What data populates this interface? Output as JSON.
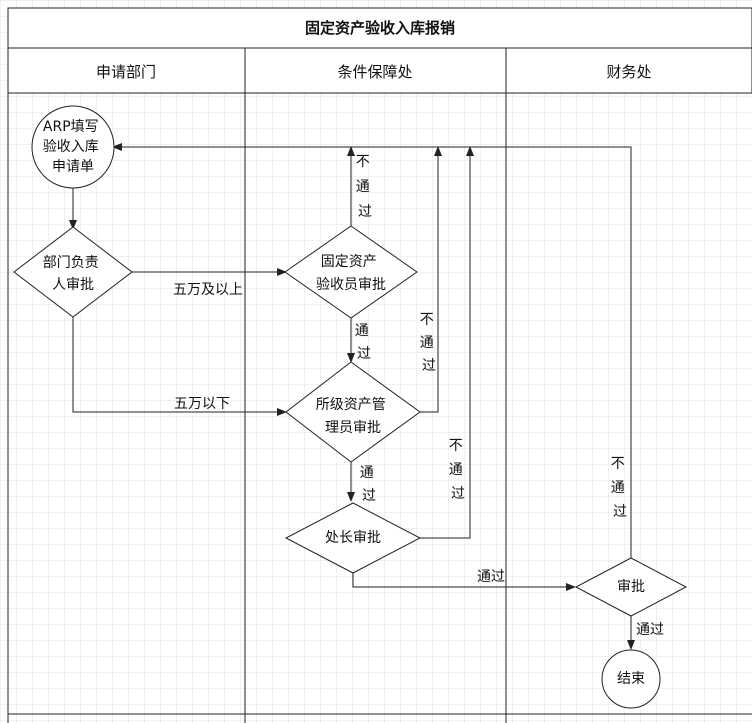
{
  "title": "固定资产验收入库报销",
  "lanes": [
    "申请部门",
    "条件保障处",
    "财务处"
  ],
  "nodes": {
    "start": [
      "ARP填写",
      "验收入库",
      "申请单"
    ],
    "dept_head": [
      "部门负责",
      "人审批"
    ],
    "asset_checker": [
      "固定资产",
      "验收员审批"
    ],
    "asset_manager": [
      "所级资产管",
      "理员审批"
    ],
    "director": [
      "处长审批"
    ],
    "finance": [
      "审批"
    ],
    "end": [
      "结束"
    ]
  },
  "edge_labels": {
    "over_50k": "五万及以上",
    "under_50k": "五万以下",
    "pass": "通过",
    "fail_chars": [
      "不",
      "通",
      "过"
    ],
    "pass_chars": [
      "通",
      "过"
    ]
  },
  "colors": {
    "line": "#222222",
    "grid": "#e3e3e3",
    "background": "#ffffff"
  }
}
